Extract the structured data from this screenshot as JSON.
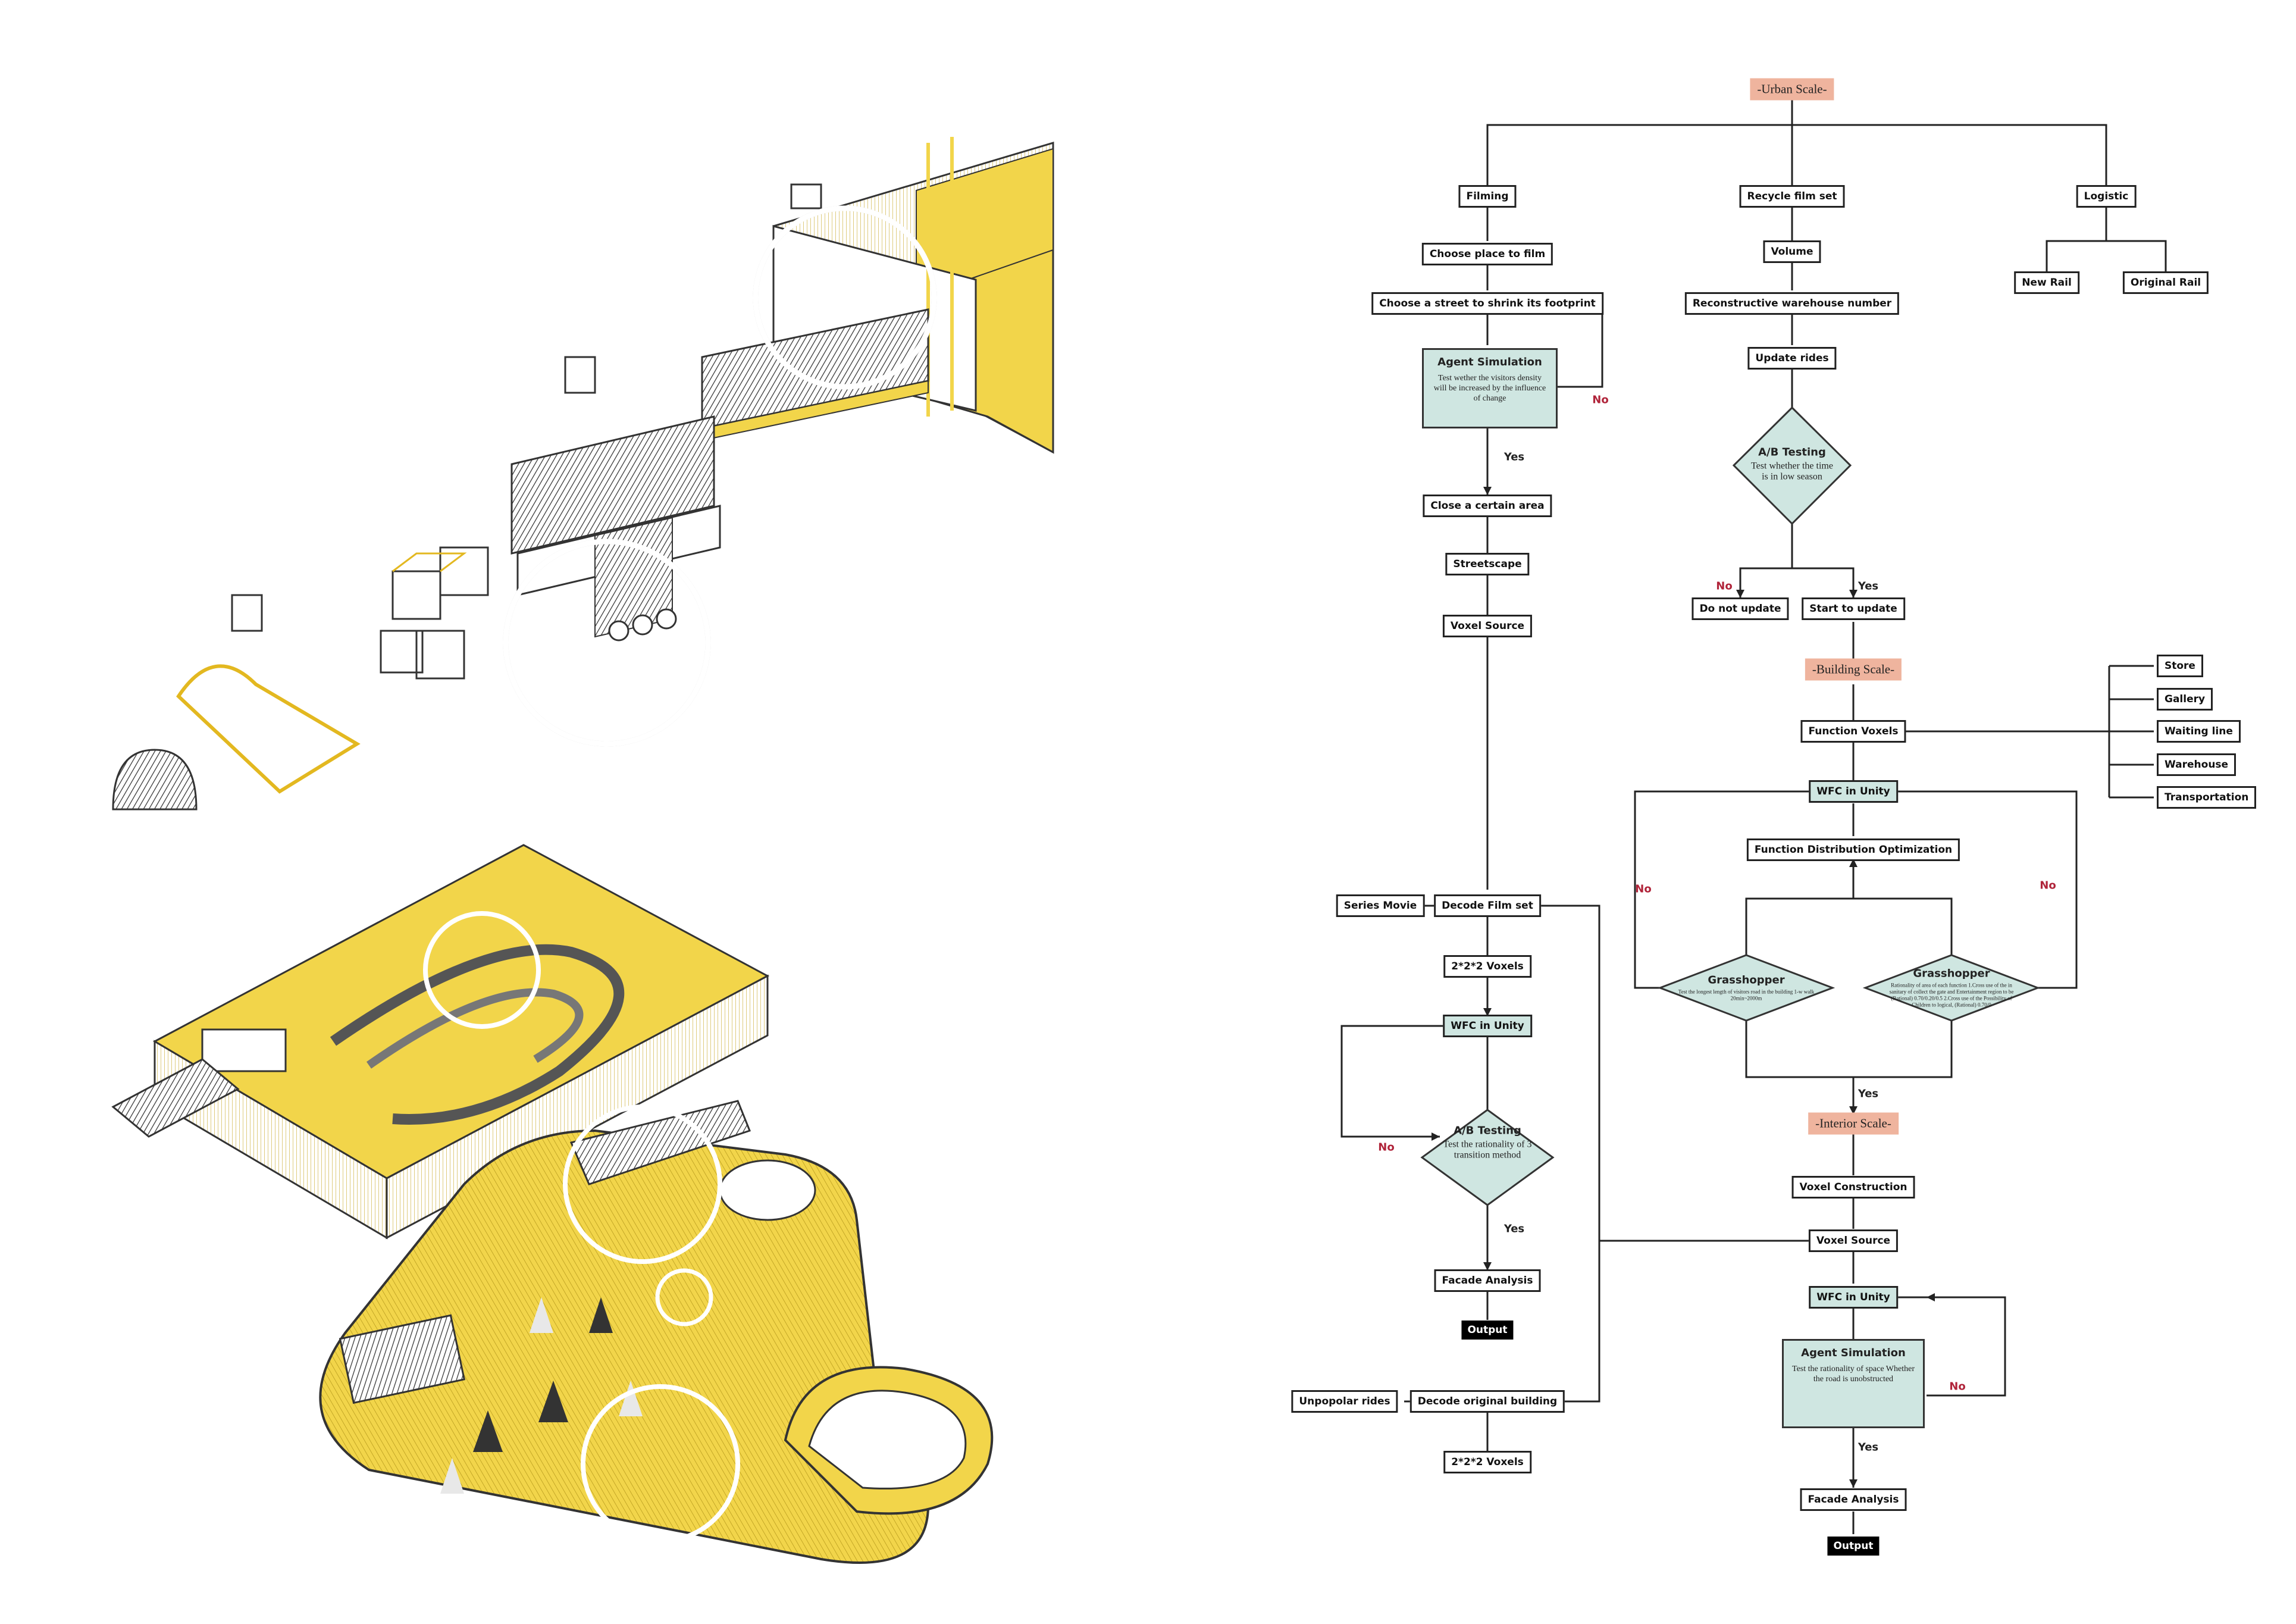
{
  "colors": {
    "accent_yellow": "#f2d54a",
    "scale_tag": "#efb49e",
    "teal_box": "#cfe6e1",
    "no_label": "#b0243a",
    "line": "#222222"
  },
  "flowchart": {
    "urban_scale": "-Urban Scale-",
    "building_scale": "-Building Scale-",
    "interior_scale": "-Interior Scale-",
    "filming": "Filming",
    "recycle_film_set": "Recycle film set",
    "logistic": "Logistic",
    "choose_place": "Choose place to film",
    "volume": "Volume",
    "new_rail": "New Rail",
    "original_rail": "Original Rail",
    "choose_street": "Choose a street to shrink its footprint",
    "reconstructive": "Reconstructive warehouse number",
    "agent_sim_1": {
      "title": "Agent Simulation",
      "desc": "Test wether the visitors density will be increased by the influence of change"
    },
    "update_rides": "Update rides",
    "ab_testing_1": {
      "title": "A/B Testing",
      "desc": "Test whether the time is in low season"
    },
    "close_area": "Close a certain area",
    "streetscape": "Streetscape",
    "do_not_update": "Do not update",
    "start_to_update": "Start to update",
    "voxel_source_1": "Voxel Source",
    "function_voxels": "Function Voxels",
    "functions": [
      "Store",
      "Gallery",
      "Waiting line",
      "Warehouse",
      "Transportation"
    ],
    "wfc_unity_1": "WFC in Unity",
    "function_dist": "Function Distribution Optimization",
    "grasshopper_1": {
      "title": "Grasshopper",
      "desc": "Test the longest length of visitors road in the building 1-w walk 20min~2000m"
    },
    "grasshopper_2": {
      "title": "Grasshopper",
      "desc": "Rationality of area of each function 1.Cross use of the in sanitary of collect the gate and Entertainment region to be (Rational) 0.70/0.20/0.5 2.Cross use of the Possibility of Children to logical, (Rational) 0.70/0"
    },
    "series_movie": "Series Movie",
    "decode_film_set": "Decode Film set",
    "voxels_222_a": "2*2*2 Voxels",
    "wfc_unity_2": "WFC in Unity",
    "ab_testing_2": {
      "title": "A/B Testing",
      "desc": "Test the rationality of 3 transition method"
    },
    "facade_analysis_1": "Facade Analysis",
    "output_1": "Output",
    "unpopular_rides": "Unpopolar rides",
    "decode_original_building": "Decode original building",
    "voxels_222_b": "2*2*2 Voxels",
    "voxel_construction": "Voxel Construction",
    "voxel_source_2": "Voxel Source",
    "wfc_unity_3": "WFC in Unity",
    "agent_sim_2": {
      "title": "Agent Simulation",
      "desc": "Test the rationality of space Whether the road is unobstructed"
    },
    "facade_analysis_2": "Facade Analysis",
    "output_2": "Output",
    "yes": "Yes",
    "no": "No"
  }
}
